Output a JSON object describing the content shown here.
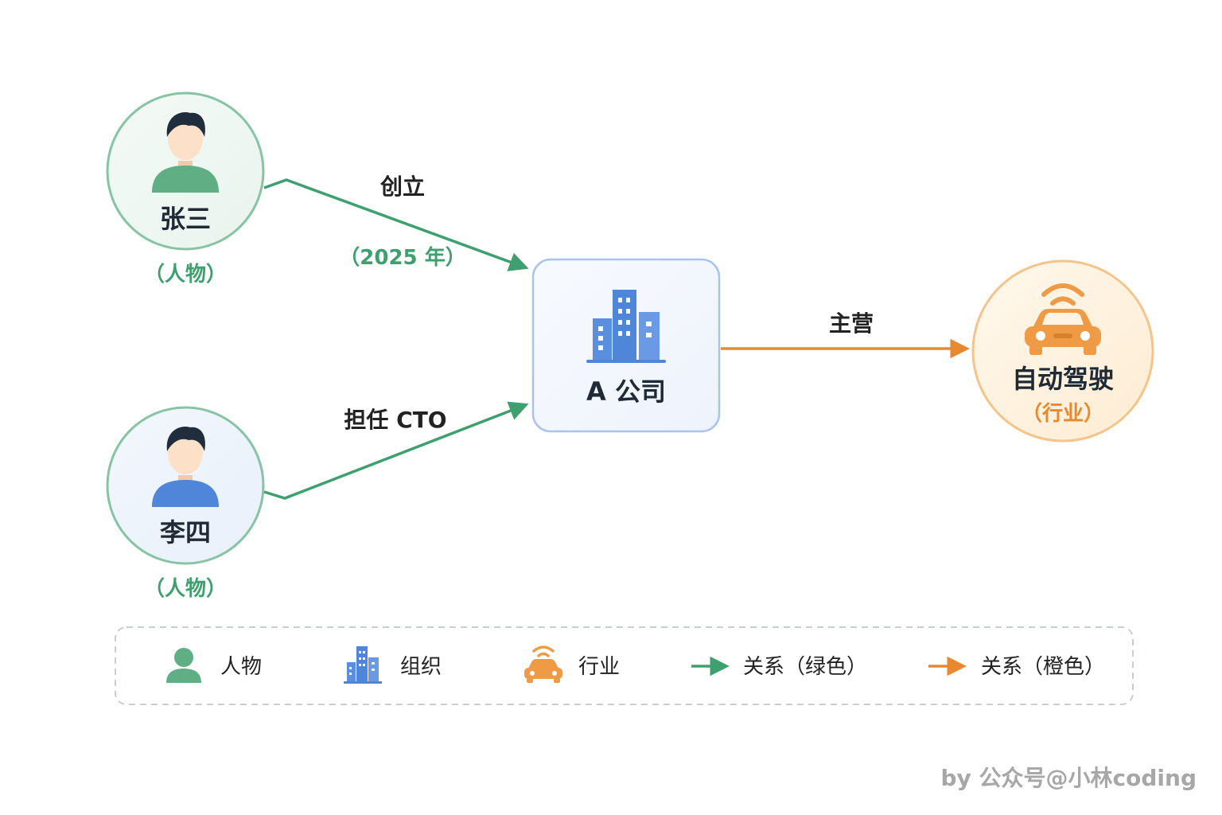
{
  "nodes": {
    "zhang": {
      "name": "张三",
      "type": "（人物）"
    },
    "li": {
      "name": "李四",
      "type": "（人物）"
    },
    "company": {
      "name": "A 公司"
    },
    "industry": {
      "name": "自动驾驶",
      "type": "（行业）"
    }
  },
  "edges": {
    "founded": {
      "label": "创立",
      "sublabel": "（2025 年）"
    },
    "cto": {
      "label": "担任 CTO"
    },
    "main": {
      "label": "主营"
    }
  },
  "legend": {
    "person": "人物",
    "org": "组织",
    "industry": "行业",
    "rel_green": "关系（绿色）",
    "rel_orange": "关系（橙色）"
  },
  "credit": "by 公众号@小林coding",
  "colors": {
    "green": "#3fa06f",
    "blue": "#5a8fe0",
    "orange": "#e8892f",
    "person_green": "#5fae84",
    "person_blue": "#4f86d9"
  },
  "icons": {
    "person": "person-icon",
    "building": "building-icon",
    "car": "car-icon",
    "arrow": "arrow-icon"
  }
}
